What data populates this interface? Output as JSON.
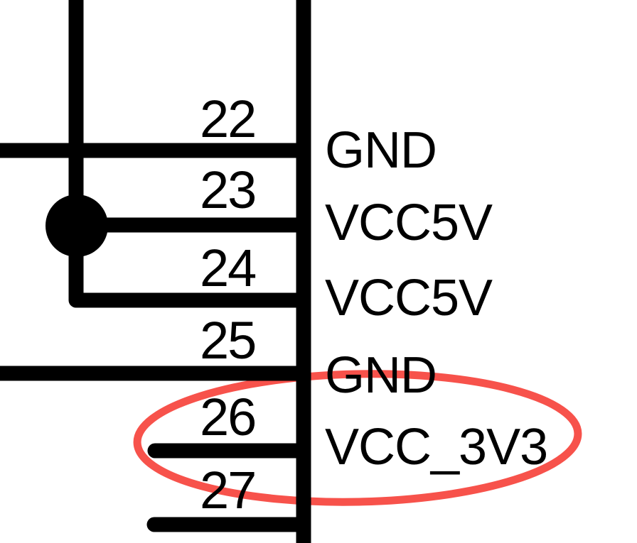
{
  "schematic": {
    "pins": [
      {
        "number": "22",
        "label": "GND"
      },
      {
        "number": "23",
        "label": "VCC5V"
      },
      {
        "number": "24",
        "label": "VCC5V"
      },
      {
        "number": "25",
        "label": "GND"
      },
      {
        "number": "26",
        "label": "VCC_3V3"
      },
      {
        "number": "27"
      }
    ],
    "wire_color": "#000000",
    "text_color": "#000000",
    "background_color": "#ffffff"
  },
  "annotation": {
    "shape": "ellipse",
    "color": "#f7524b",
    "highlighted_pin": "26",
    "highlighted_label": "VCC_3V3"
  }
}
